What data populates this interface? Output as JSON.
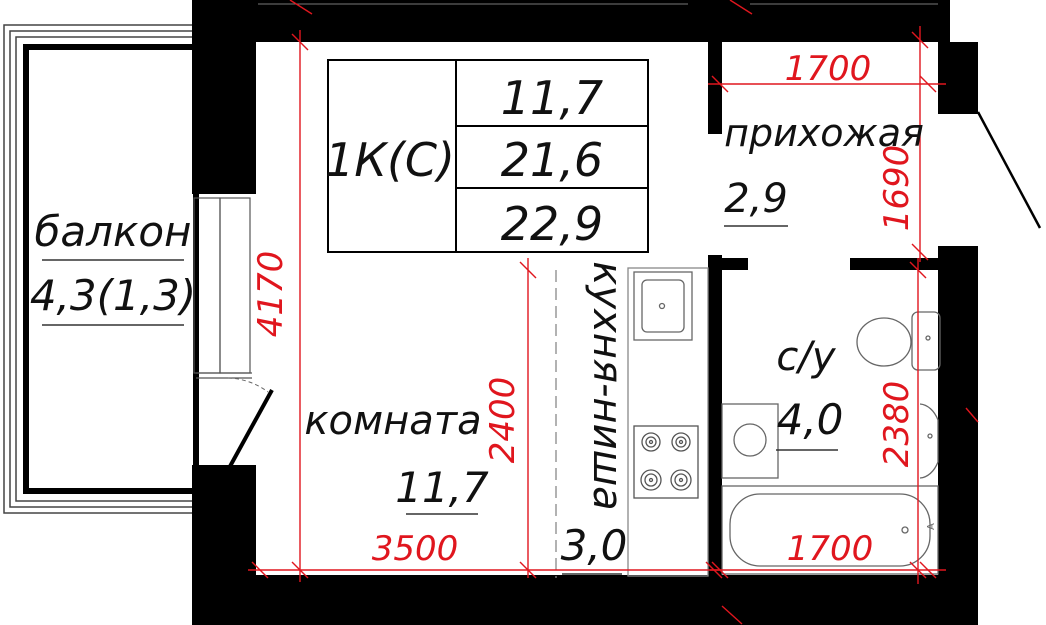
{
  "colors": {
    "wall": "#000000",
    "dimension": "#e0161e",
    "line": "#555555",
    "text": "#111111",
    "background": "#ffffff"
  },
  "summary_table": {
    "type_label": "1К(С)",
    "rows": [
      "11,7",
      "21,6",
      "22,9"
    ]
  },
  "rooms": {
    "balcony": {
      "name": "балкон",
      "area": "4,3(1,3)"
    },
    "hallway": {
      "name": "прихожая",
      "area": "2,9"
    },
    "room": {
      "name": "комната",
      "area": "11,7"
    },
    "kitchen": {
      "name": "кухня-ниша",
      "area": "3,0"
    },
    "bathroom": {
      "name": "с/у",
      "area": "4,0"
    }
  },
  "dimensions": {
    "room_height": "4170",
    "room_width": "3500",
    "kitchen_length": "2400",
    "hallway_width": "1700",
    "hallway_length": "1690",
    "bath_length": "2380",
    "bath_width": "1700"
  },
  "icons": [
    "sink-icon",
    "stove-icon",
    "toilet-icon",
    "washbasin-icon",
    "bathtub-icon",
    "door-swing-icon",
    "window-icon"
  ]
}
